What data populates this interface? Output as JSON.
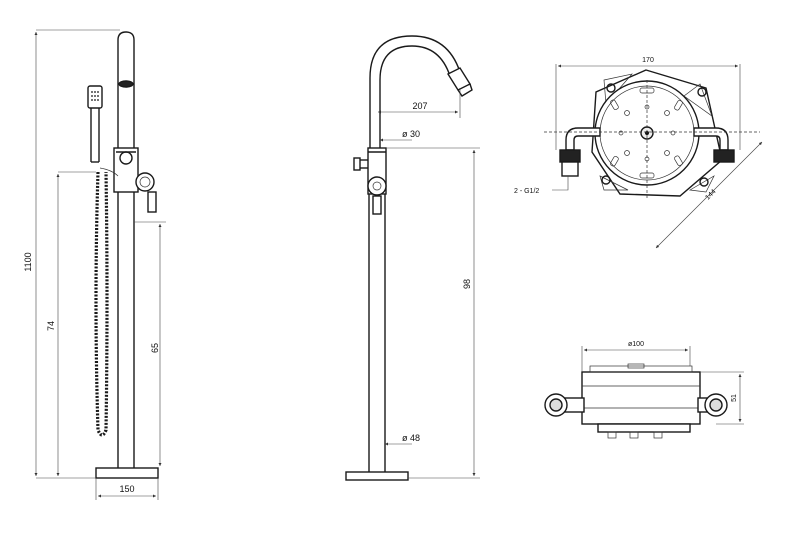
{
  "dimensions": {
    "total_height": "1100",
    "hose_height": "74",
    "spout_height": "65",
    "base_width": "150",
    "spout_reach": "207",
    "pipe_diameter": "ø 30",
    "riser_height": "98",
    "base_diameter": "ø 48",
    "plate_width": "170",
    "plate_diagonal": "144",
    "inlet_label": "2 - G1/2",
    "body_diameter": "ø100",
    "body_height": "51"
  },
  "colors": {
    "line": "#1a1a1a",
    "background": "#ffffff"
  }
}
